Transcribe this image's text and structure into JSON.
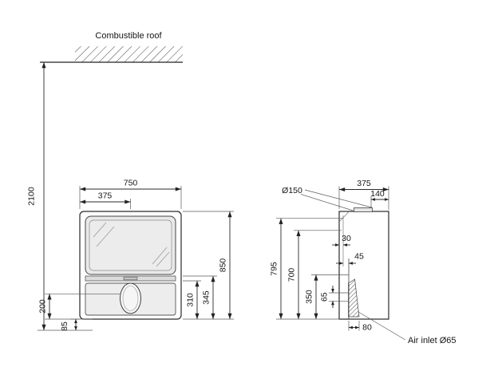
{
  "colors": {
    "body_fill": "#efefef",
    "glass_fill": "#e9e9e9",
    "drawer_fill": "#ededed",
    "line": "#2a2a2a"
  },
  "roof": {
    "label": "Combustible roof"
  },
  "clearance": {
    "dim_2100": "2100"
  },
  "front_view": {
    "dim_750": "750",
    "dim_375": "375",
    "dim_850": "850",
    "dim_345": "345",
    "dim_310": "310",
    "dim_200": "200",
    "dim_85": "85"
  },
  "side_view": {
    "dim_375": "375",
    "dim_140": "140",
    "flue_diameter": "Ø150",
    "dim_795": "795",
    "dim_700": "700",
    "dim_350": "350",
    "dim_65": "65",
    "dim_45": "45",
    "dim_30": "30",
    "dim_80": "80",
    "air_inlet_label": "Air inlet Ø65"
  }
}
